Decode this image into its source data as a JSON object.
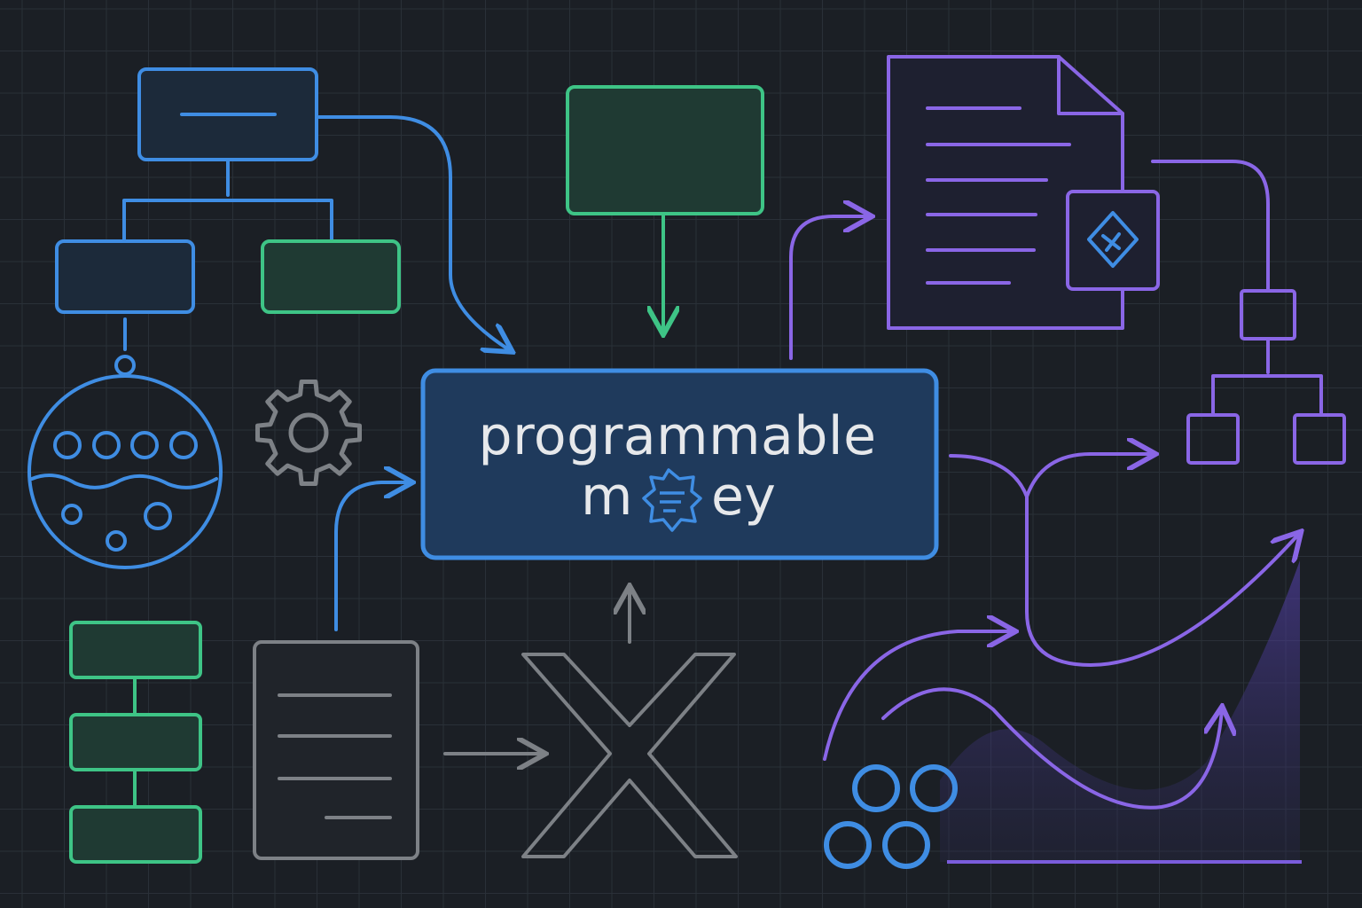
{
  "colors": {
    "background": "#1b1f25",
    "grid": "#2a3038",
    "blue": "#3f8de3",
    "green": "#3ec486",
    "green_fill": "#1f3a33",
    "purple": "#8a66e6",
    "gray": "#7d8186",
    "box_fill": "#1f3a5c",
    "title_text": "#e6e8eb"
  },
  "central_box": {
    "line1": "programmable",
    "line2_left": "m",
    "line2_right": "ey",
    "glyph_icon": "gear-coin-icon"
  },
  "icons": {
    "gear": "gear-icon",
    "globe": "globe-icon",
    "document": "document-icon",
    "seal": "seal-icon",
    "x_logo": "x-logo-icon",
    "coins": "coins-icon",
    "growth_curve": "growth-curve-icon"
  }
}
